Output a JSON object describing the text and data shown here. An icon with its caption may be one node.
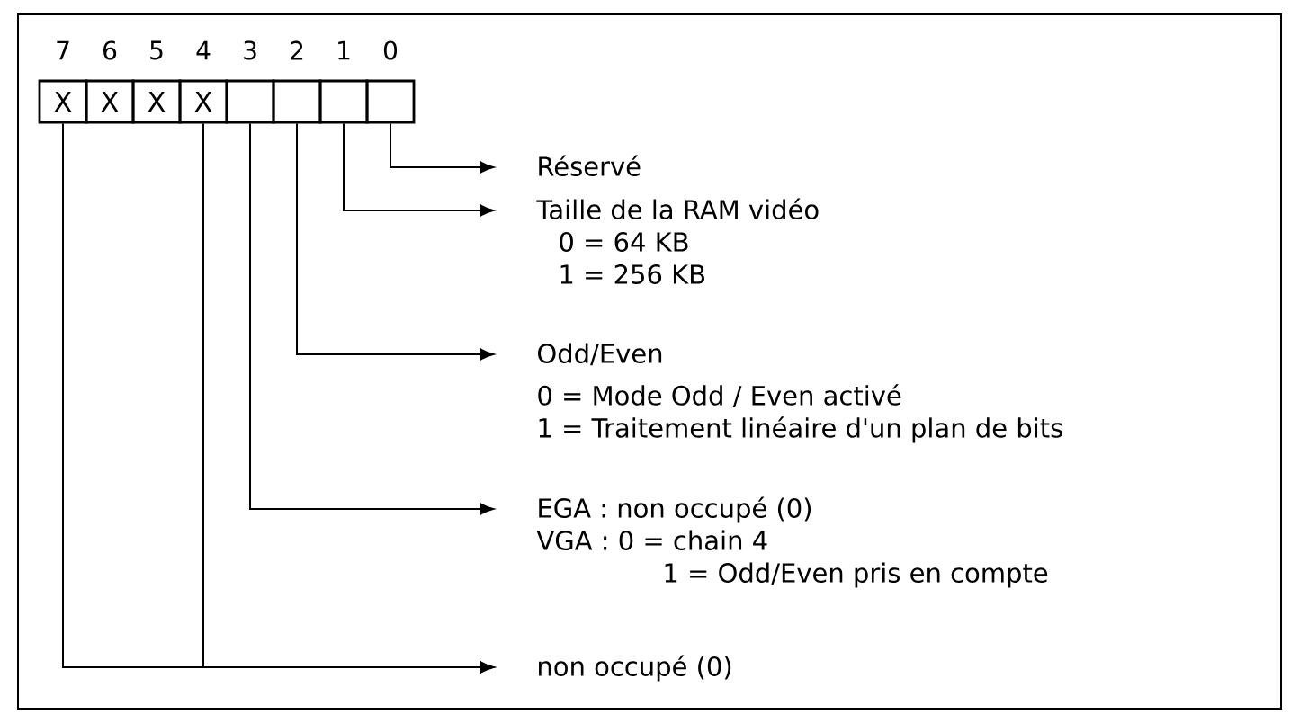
{
  "diagram": {
    "nodes": [
      {
        "text": [
          "X"
        ]
      },
      {
        "text": [
          "X"
        ]
      },
      {
        "text": [
          "X"
        ]
      },
      {
        "text": [
          "X"
        ]
      },
      {
        "text": [],
        "shape": "box"
      },
      {
        "text": [],
        "shape": "box"
      },
      {
        "text": [],
        "shape": "box"
      },
      {
        "text": [],
        "shape": "box"
      },
      {
        "text": [
          "Réservé"
        ]
      },
      {
        "text": [
          "Taille de la RAM vidéo",
          "0 = 64 KB",
          "1 = 256 KB"
        ]
      },
      {
        "text": [
          "Odd/Even",
          "0 = Mode Odd / Even activé",
          "1 = Traitement linéaire d'un plan de bits"
        ]
      },
      {
        "text": [
          "EGA : non occupé (0)",
          "VGA : 0 = chain 4",
          "1 = Odd/Even pris en compte"
        ]
      },
      {
        "text": [
          "non occupé (0)"
        ]
      }
    ],
    "edges": [
      {
        "from": 7,
        "to": 8,
        "arrow": "to"
      },
      {
        "from": 6,
        "to": 9,
        "arrow": "to"
      },
      {
        "from": 5,
        "to": 10,
        "arrow": "to"
      },
      {
        "from": 4,
        "to": 11,
        "arrow": "to"
      },
      {
        "from": 3,
        "to": 12,
        "arrow": "to"
      },
      {
        "from": 0,
        "to": 12,
        "arrow": "to"
      }
    ],
    "labels": [
      "7",
      "6",
      "5",
      "4",
      "3",
      "2",
      "1",
      "0"
    ]
  }
}
